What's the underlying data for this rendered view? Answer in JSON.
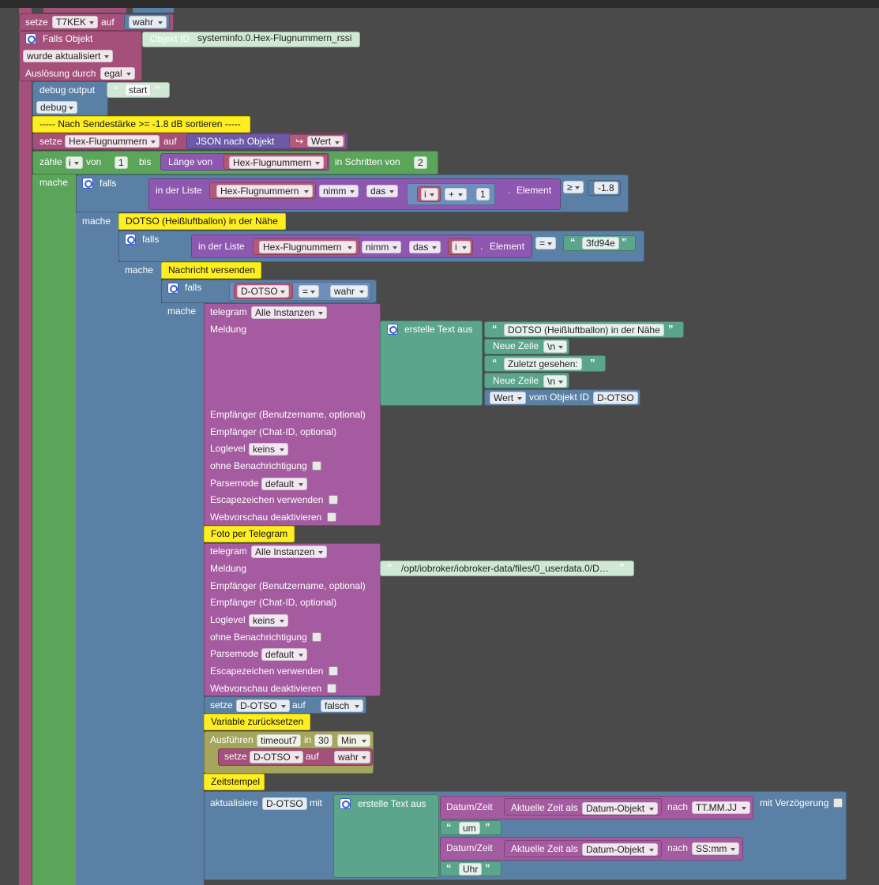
{
  "colors": {
    "event_block": "#a5507a",
    "logic_block": "#5b80a5",
    "loop_block": "#5ba55b",
    "list_block": "#8e57b0",
    "text_block": "#5ba58c",
    "telegram_block": "#a55ba0",
    "timeout_block": "#a5a55b",
    "comment_block": "#ffee22",
    "workspace_bg": "#4a4a4a"
  },
  "top_set": {
    "label": "setze",
    "var": "T7KEK",
    "to": "auf",
    "value": "wahr"
  },
  "trigger": {
    "label": "Falls Objekt",
    "object_id_label": "Objekt ID",
    "object_id": "systeminfo.0.Hex-Flugnummern_rssi",
    "condition": "wurde aktualisiert",
    "triggered_by_label": "Auslösung durch",
    "triggered_by": "egal"
  },
  "debug": {
    "label": "debug output",
    "value": "start",
    "level": "debug"
  },
  "comment_sort": "----- Nach Sendestärke >= -1.8 dB sortieren -----",
  "set_hex": {
    "label": "setze",
    "var": "Hex-Flugnummern",
    "to": "auf",
    "fn": "JSON nach Objekt",
    "arg": "Wert"
  },
  "count": {
    "label": "zähle",
    "var": "i",
    "from": "von",
    "from_val": "1",
    "to": "bis",
    "len_label": "Länge von",
    "len_var": "Hex-Flugnummern",
    "step_label": "in Schritten von",
    "step": "2"
  },
  "if1": {
    "do_label": "mache",
    "if_label": "falls",
    "in_list": "in der Liste",
    "list": "Hex-Flugnummern",
    "take": "nimm",
    "which": "das",
    "idx_var": "i",
    "op": "+",
    "idx_add": "1",
    "elem": "Element",
    "cmp": "≥",
    "cmp_val": "-1.8"
  },
  "comment_dotso": "DOTSO (Heißluftballon) in der Nähe",
  "if2": {
    "do_label": "mache",
    "if_label": "falls",
    "in_list": "in der Liste",
    "list": "Hex-Flugnummern",
    "take": "nimm",
    "which": "das",
    "idx_var": "i",
    "elem": "Element",
    "cmp": "=",
    "cmp_val": "3fd94e"
  },
  "comment_msg": "Nachricht versenden",
  "if3": {
    "do_label": "mache",
    "if_label": "falls",
    "var": "D-OTSO",
    "cmp": "=",
    "value": "wahr"
  },
  "telegram1": {
    "label": "telegram",
    "instance": "Alle Instanzen",
    "message_label": "Meldung",
    "recipient_user": "Empfänger (Benutzername, optional)",
    "recipient_chat": "Empfänger (Chat-ID, optional)",
    "loglevel_label": "Loglevel",
    "loglevel": "keins",
    "silent": "ohne Benachrichtigung",
    "parsemode_label": "Parsemode",
    "parsemode": "default",
    "escape": "Escapezeichen verwenden",
    "webpreview": "Webvorschau deaktivieren"
  },
  "text_join": {
    "label": "erstelle Text aus",
    "line1": "DOTSO (Heißluftballon) in der Nähe",
    "newline_label": "Neue Zeile",
    "newline": "\\n",
    "line3": "Zuletzt gesehen:",
    "value_label": "Wert",
    "of_object": "vom Objekt ID",
    "object": "D-OTSO"
  },
  "comment_photo": "Foto per Telegram",
  "telegram2": {
    "label": "telegram",
    "instance": "Alle Instanzen",
    "message_label": "Meldung",
    "message": "/opt/iobroker/iobroker-data/files/0_userdata.0/D…",
    "recipient_user": "Empfänger (Benutzername, optional)",
    "recipient_chat": "Empfänger (Chat-ID, optional)",
    "loglevel_label": "Loglevel",
    "loglevel": "keins",
    "silent": "ohne Benachrichtigung",
    "parsemode_label": "Parsemode",
    "parsemode": "default",
    "escape": "Escapezeichen verwenden",
    "webpreview": "Webvorschau deaktivieren"
  },
  "set_false": {
    "label": "setze",
    "var": "D-OTSO",
    "to": "auf",
    "value": "falsch"
  },
  "comment_reset": "Variable zurücksetzen",
  "timeout": {
    "label": "Ausführen",
    "name": "timeout7",
    "in": "in",
    "value": "30",
    "unit": "Min"
  },
  "set_true": {
    "label": "setze",
    "var": "D-OTSO",
    "to": "auf",
    "value": "wahr"
  },
  "comment_ts": "Zeitstempel",
  "update": {
    "label": "aktualisiere",
    "var": "D-OTSO",
    "with": "mit",
    "join_label": "erstelle Text aus",
    "dt_label": "Datum/Zeit",
    "now_label": "Aktuelle Zeit als",
    "now_fmt": "Datum-Objekt",
    "to_label": "nach",
    "fmt1": "TT.MM.JJ",
    "sep": "um",
    "fmt2": "SS:mm",
    "suffix": "Uhr",
    "delay": "mit Verzögerung"
  }
}
